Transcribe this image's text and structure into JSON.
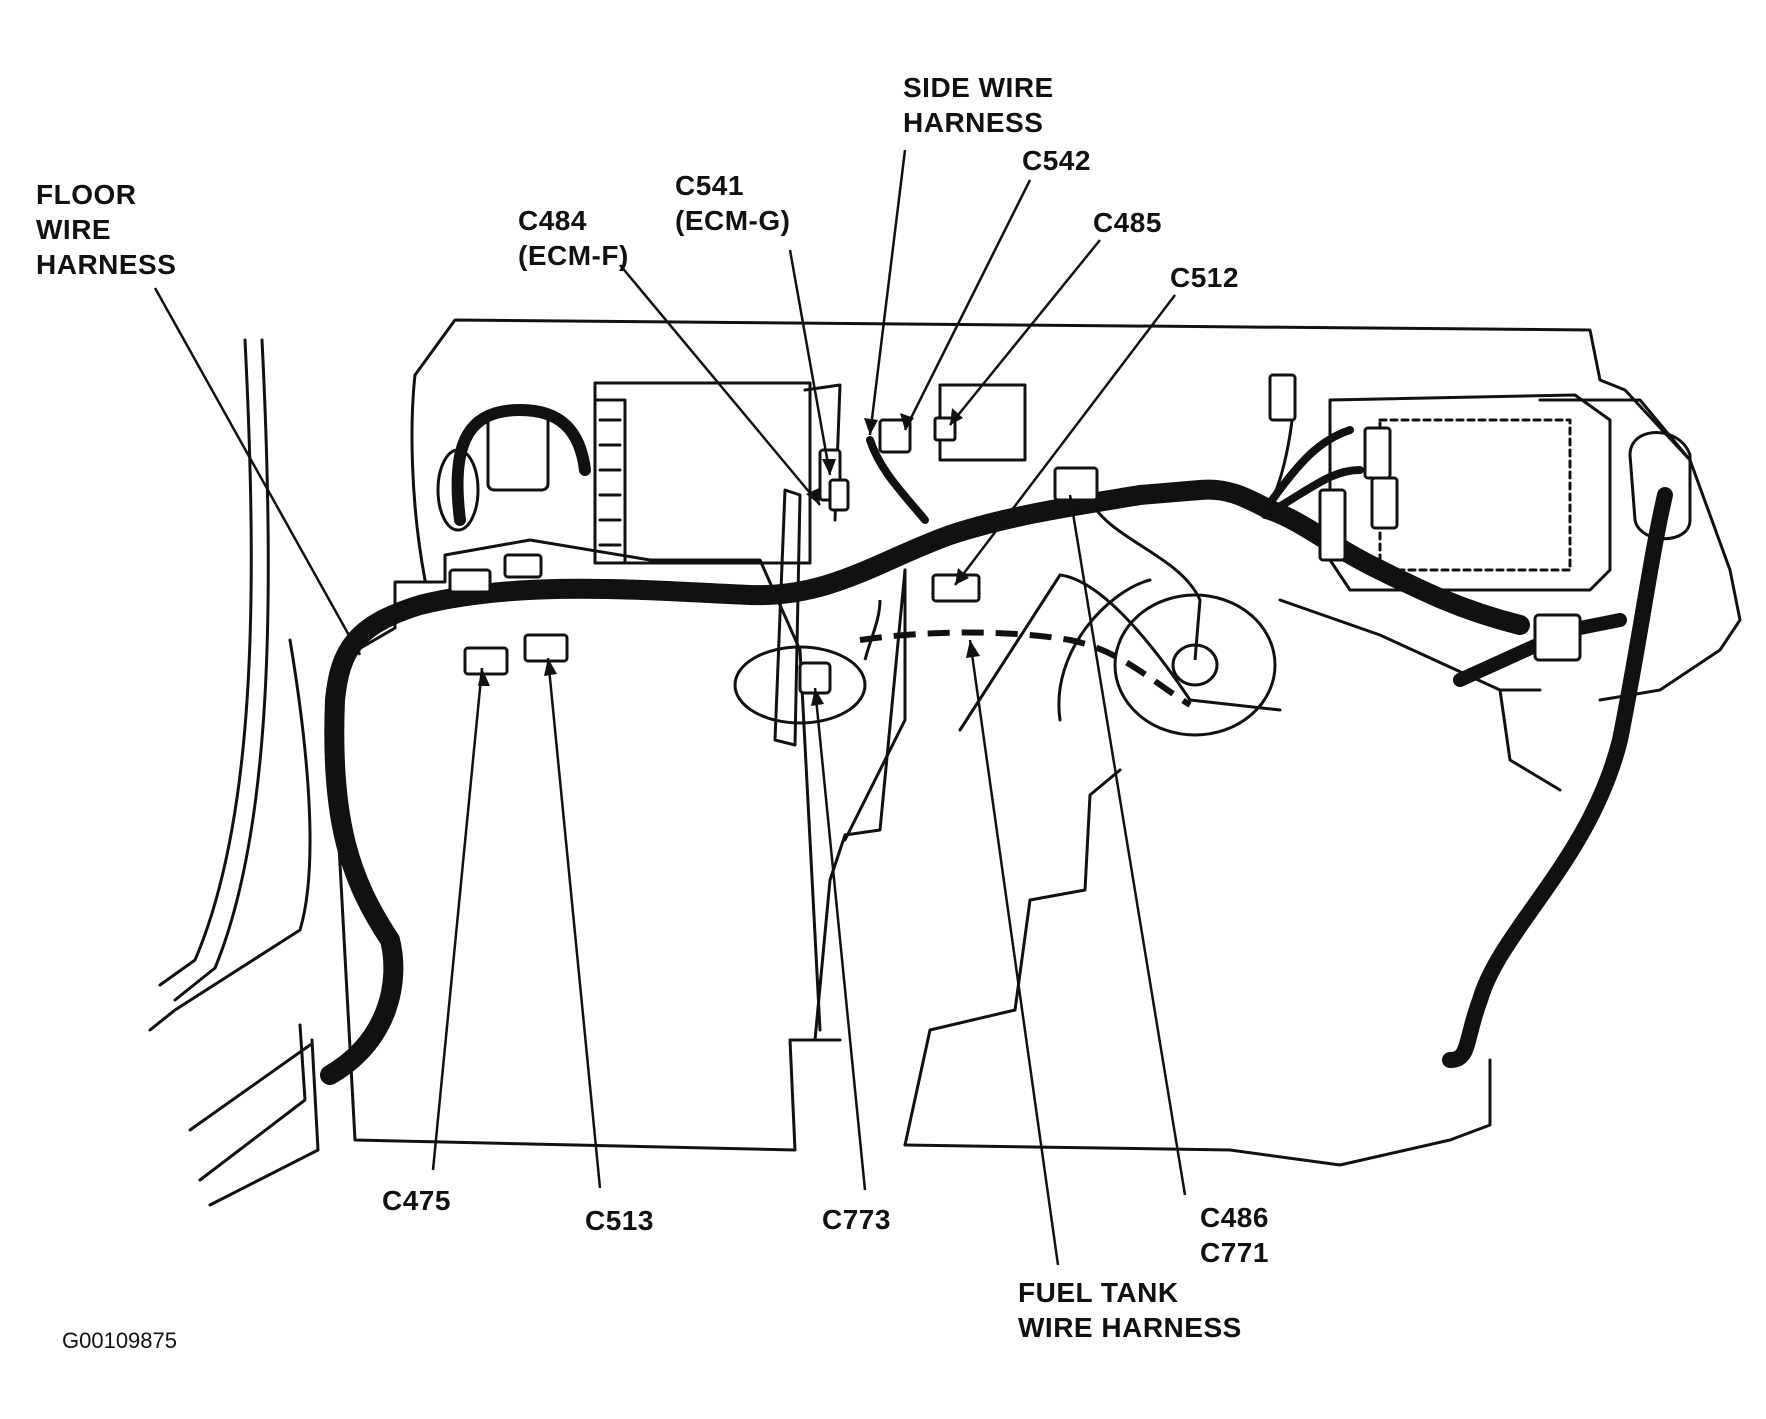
{
  "labels": {
    "floor_harness": [
      "FLOOR",
      "WIRE",
      "HARNESS"
    ],
    "side_harness": [
      "SIDE WIRE",
      "HARNESS"
    ],
    "c541": [
      "C541",
      "(ECM-G)"
    ],
    "c484": [
      "C484",
      "(ECM-F)"
    ],
    "c542": "C542",
    "c485": "C485",
    "c512": "C512",
    "c475": "C475",
    "c513": "C513",
    "c773": "C773",
    "c486_c771": [
      "C486",
      "C771"
    ],
    "fuel_tank_harness": [
      "FUEL TANK",
      "WIRE HARNESS"
    ]
  },
  "figure_code": "G00109875"
}
